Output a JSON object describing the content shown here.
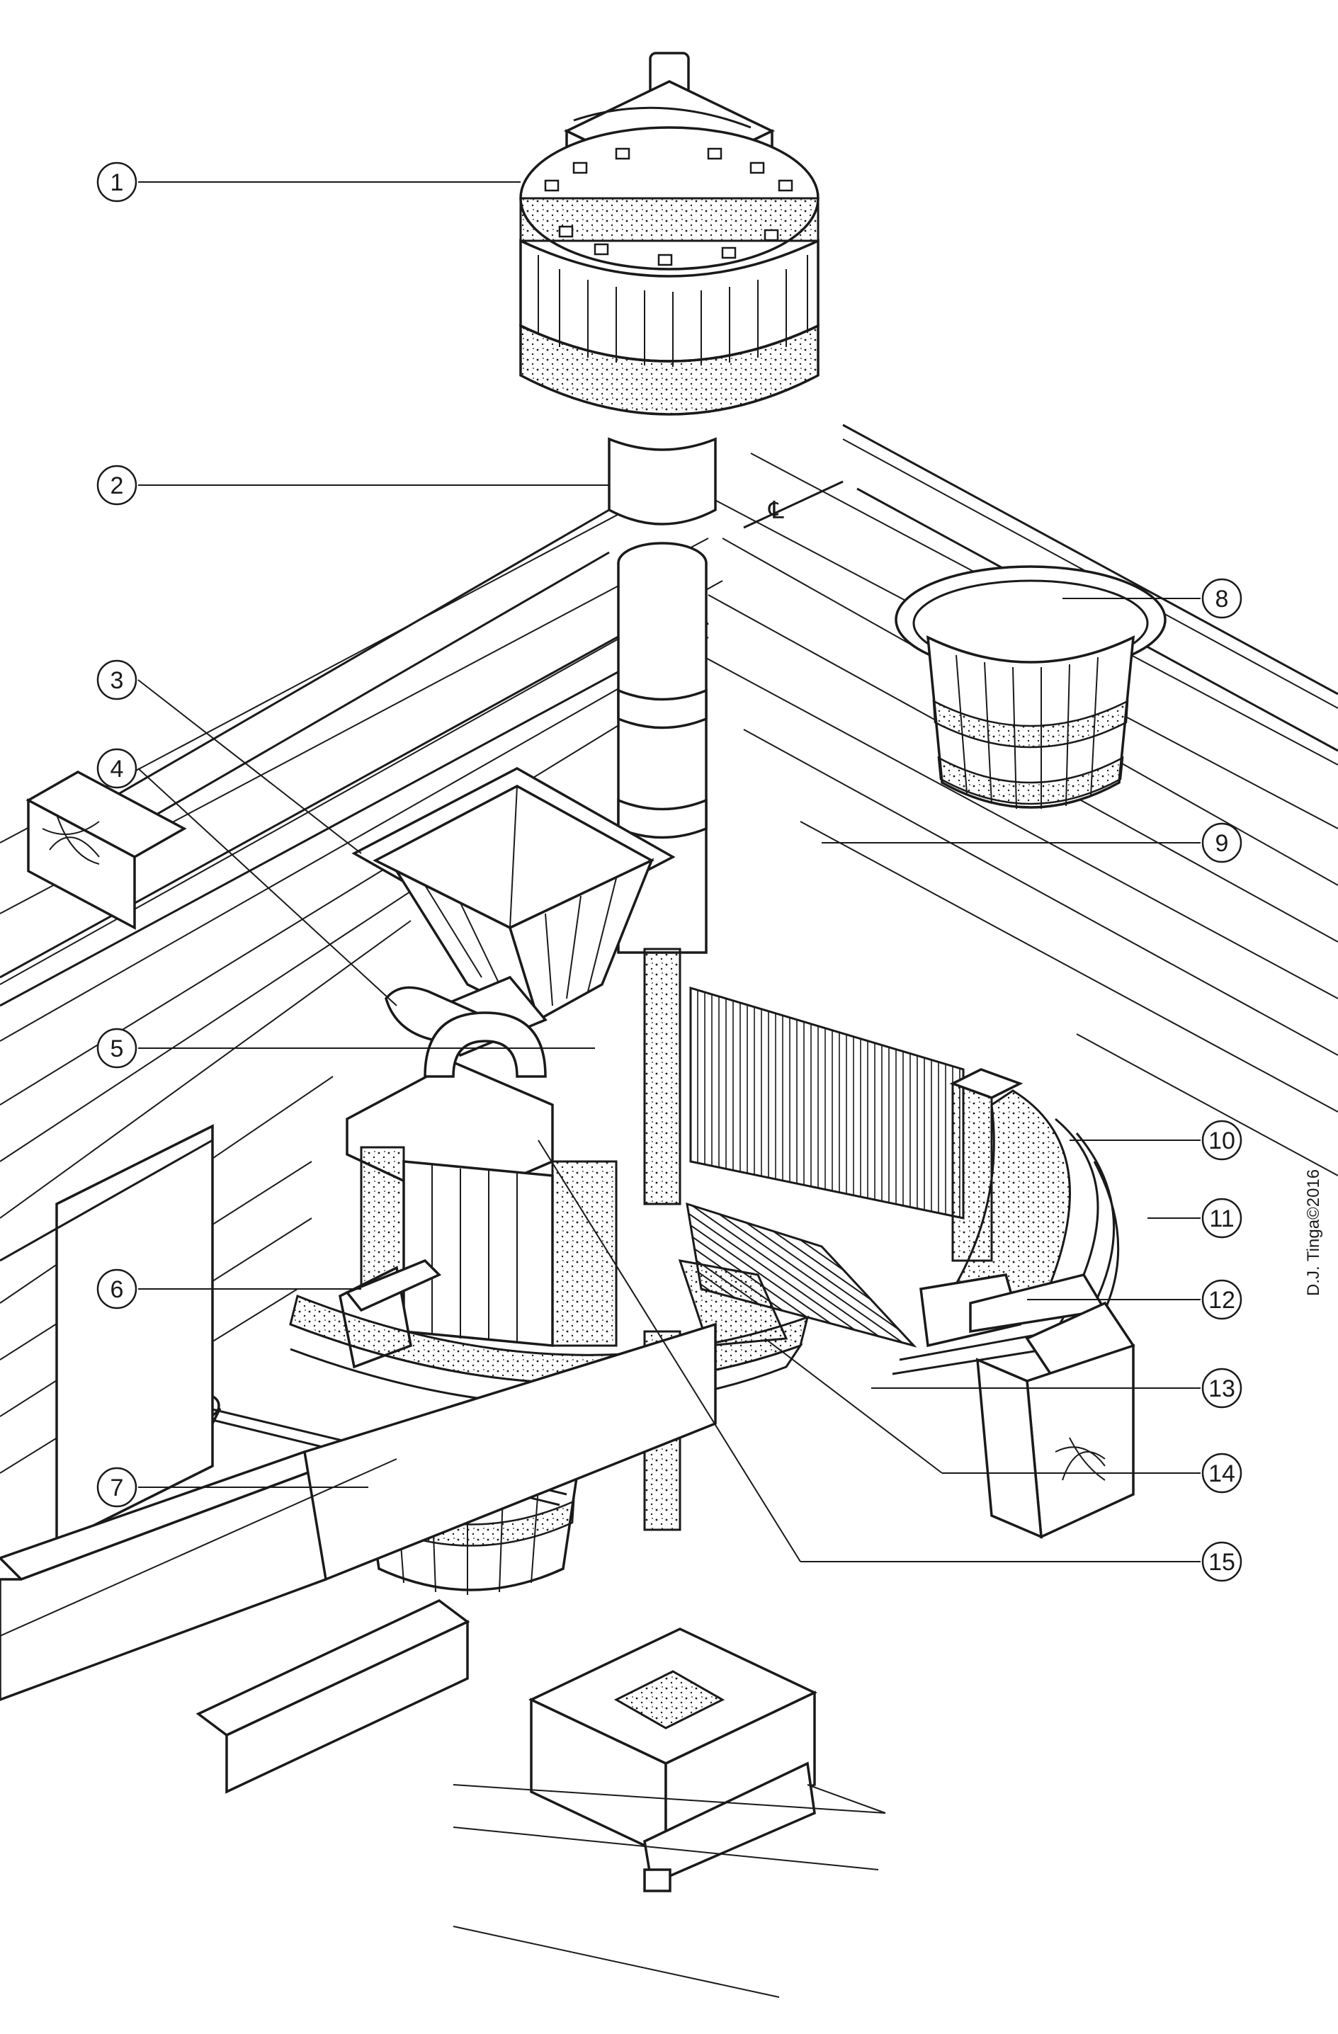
{
  "callouts": [
    {
      "number": "1"
    },
    {
      "number": "2"
    },
    {
      "number": "3"
    },
    {
      "number": "4"
    },
    {
      "number": "5"
    },
    {
      "number": "6"
    },
    {
      "number": "7"
    },
    {
      "number": "8"
    },
    {
      "number": "9"
    },
    {
      "number": "10"
    },
    {
      "number": "11"
    },
    {
      "number": "12"
    },
    {
      "number": "13"
    },
    {
      "number": "14"
    },
    {
      "number": "15"
    }
  ],
  "centerline_mark": "℄",
  "credit": "D.J. Tinga©2016"
}
